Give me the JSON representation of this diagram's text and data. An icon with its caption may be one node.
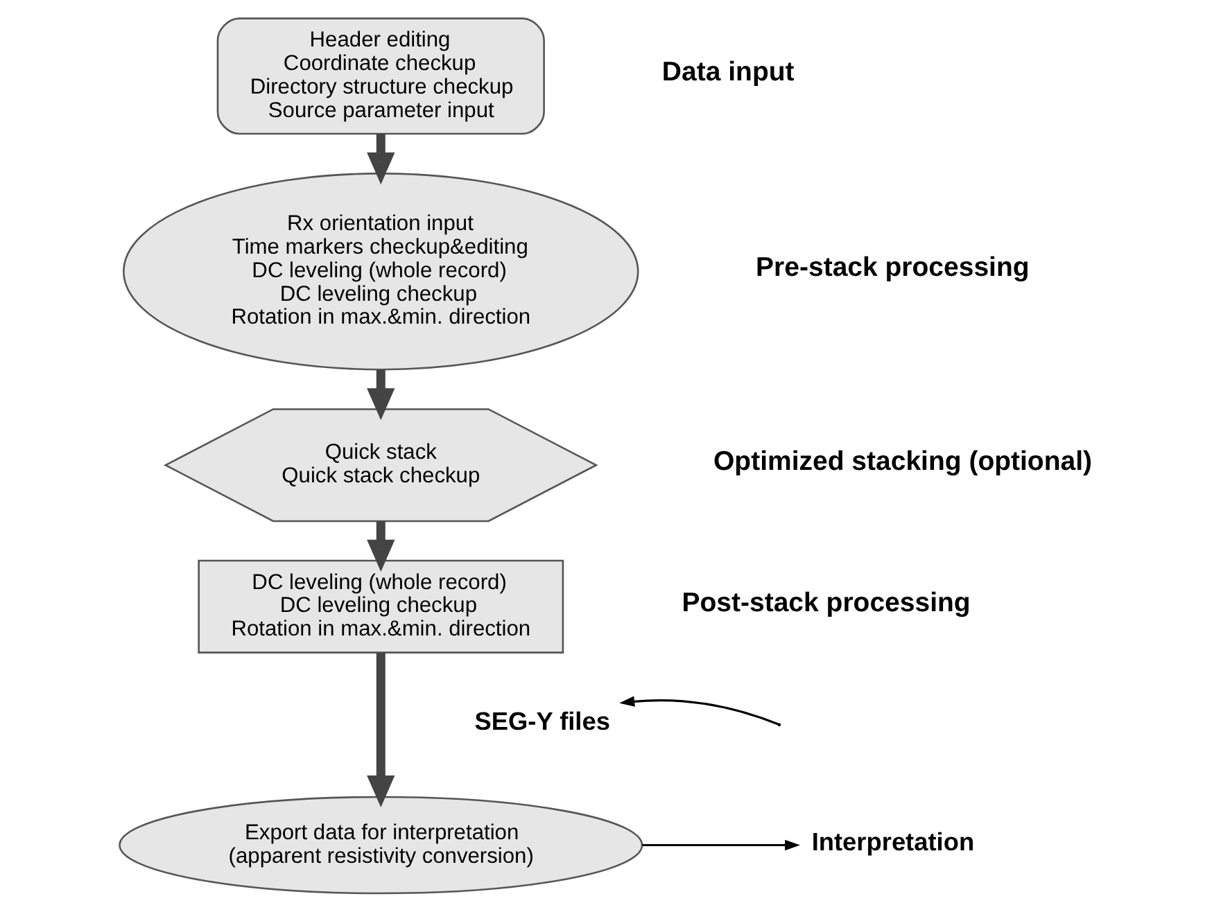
{
  "diagram": {
    "nodes": [
      {
        "text": [
          "Header editing",
          "Coordinate checkup",
          "Directory structure checkup",
          "Source parameter input"
        ]
      },
      {
        "text": [
          "Rx orientation input",
          "Time markers checkup&editing",
          "DC leveling (whole record)",
          "DC leveling checkup",
          "Rotation in max.&min. direction"
        ]
      },
      {
        "text": [
          "Quick stack",
          "Quick stack checkup"
        ]
      },
      {
        "text": [
          "DC leveling (whole record)",
          "DC leveling checkup",
          "Rotation in max.&min. direction"
        ]
      },
      {
        "text": [
          "Export data for interpretation",
          "(apparent resistivity conversion)"
        ]
      },
      {
        "text": [
          "SEG-Y files"
        ]
      },
      {
        "text": [
          "Interpretation"
        ]
      }
    ],
    "edges": [
      {
        "from": 0,
        "to": 1,
        "arrow": "to"
      },
      {
        "from": 1,
        "to": 2,
        "arrow": "to"
      },
      {
        "from": 2,
        "to": 3,
        "arrow": "to"
      },
      {
        "from": 3,
        "to": 4,
        "arrow": "to"
      },
      {
        "from": null,
        "to": 5,
        "arrow": "to"
      },
      {
        "from": 4,
        "to": 6,
        "arrow": "to"
      }
    ],
    "labels": [
      "Data input",
      "Pre-stack processing",
      "Optimized stacking (optional)",
      "Post-stack processing"
    ]
  }
}
